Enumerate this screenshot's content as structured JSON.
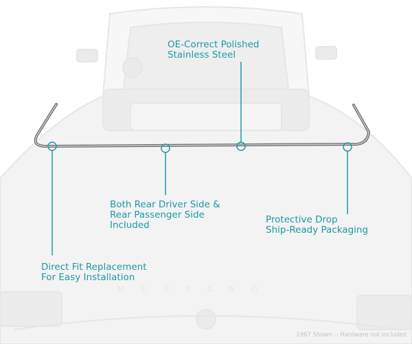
{
  "callouts": {
    "material": {
      "line1": "OE-Correct Polished",
      "line2": "Stainless Steel"
    },
    "sides": {
      "line1": "Both Rear Driver Side &",
      "line2": "Rear Passenger Side",
      "line3": "Included"
    },
    "packaging": {
      "line1": "Protective Drop",
      "line2": "Ship-Ready Packaging"
    },
    "fit": {
      "line1": "Direct Fit Replacement",
      "line2": "For Easy Installation"
    }
  },
  "car_lettering": "MUSTANG",
  "caption": "1967 Shown -- Hardware not included",
  "colors": {
    "accent": "#1d9aa3"
  }
}
